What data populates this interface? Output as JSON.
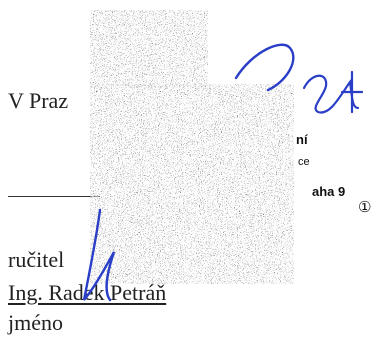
{
  "document": {
    "place_prefix": "V Praz",
    "role_label": "ručitel",
    "signer_name": "Ing. Radek Petráň",
    "name_label": "jméno"
  },
  "stamp": {
    "line_1": "ní",
    "line_2": "ce",
    "line_3": "aha 9",
    "mark": "①"
  },
  "colors": {
    "ink_blue": "#2a3ec8",
    "text": "#222222",
    "noise_dark": "#1a1a1a"
  }
}
